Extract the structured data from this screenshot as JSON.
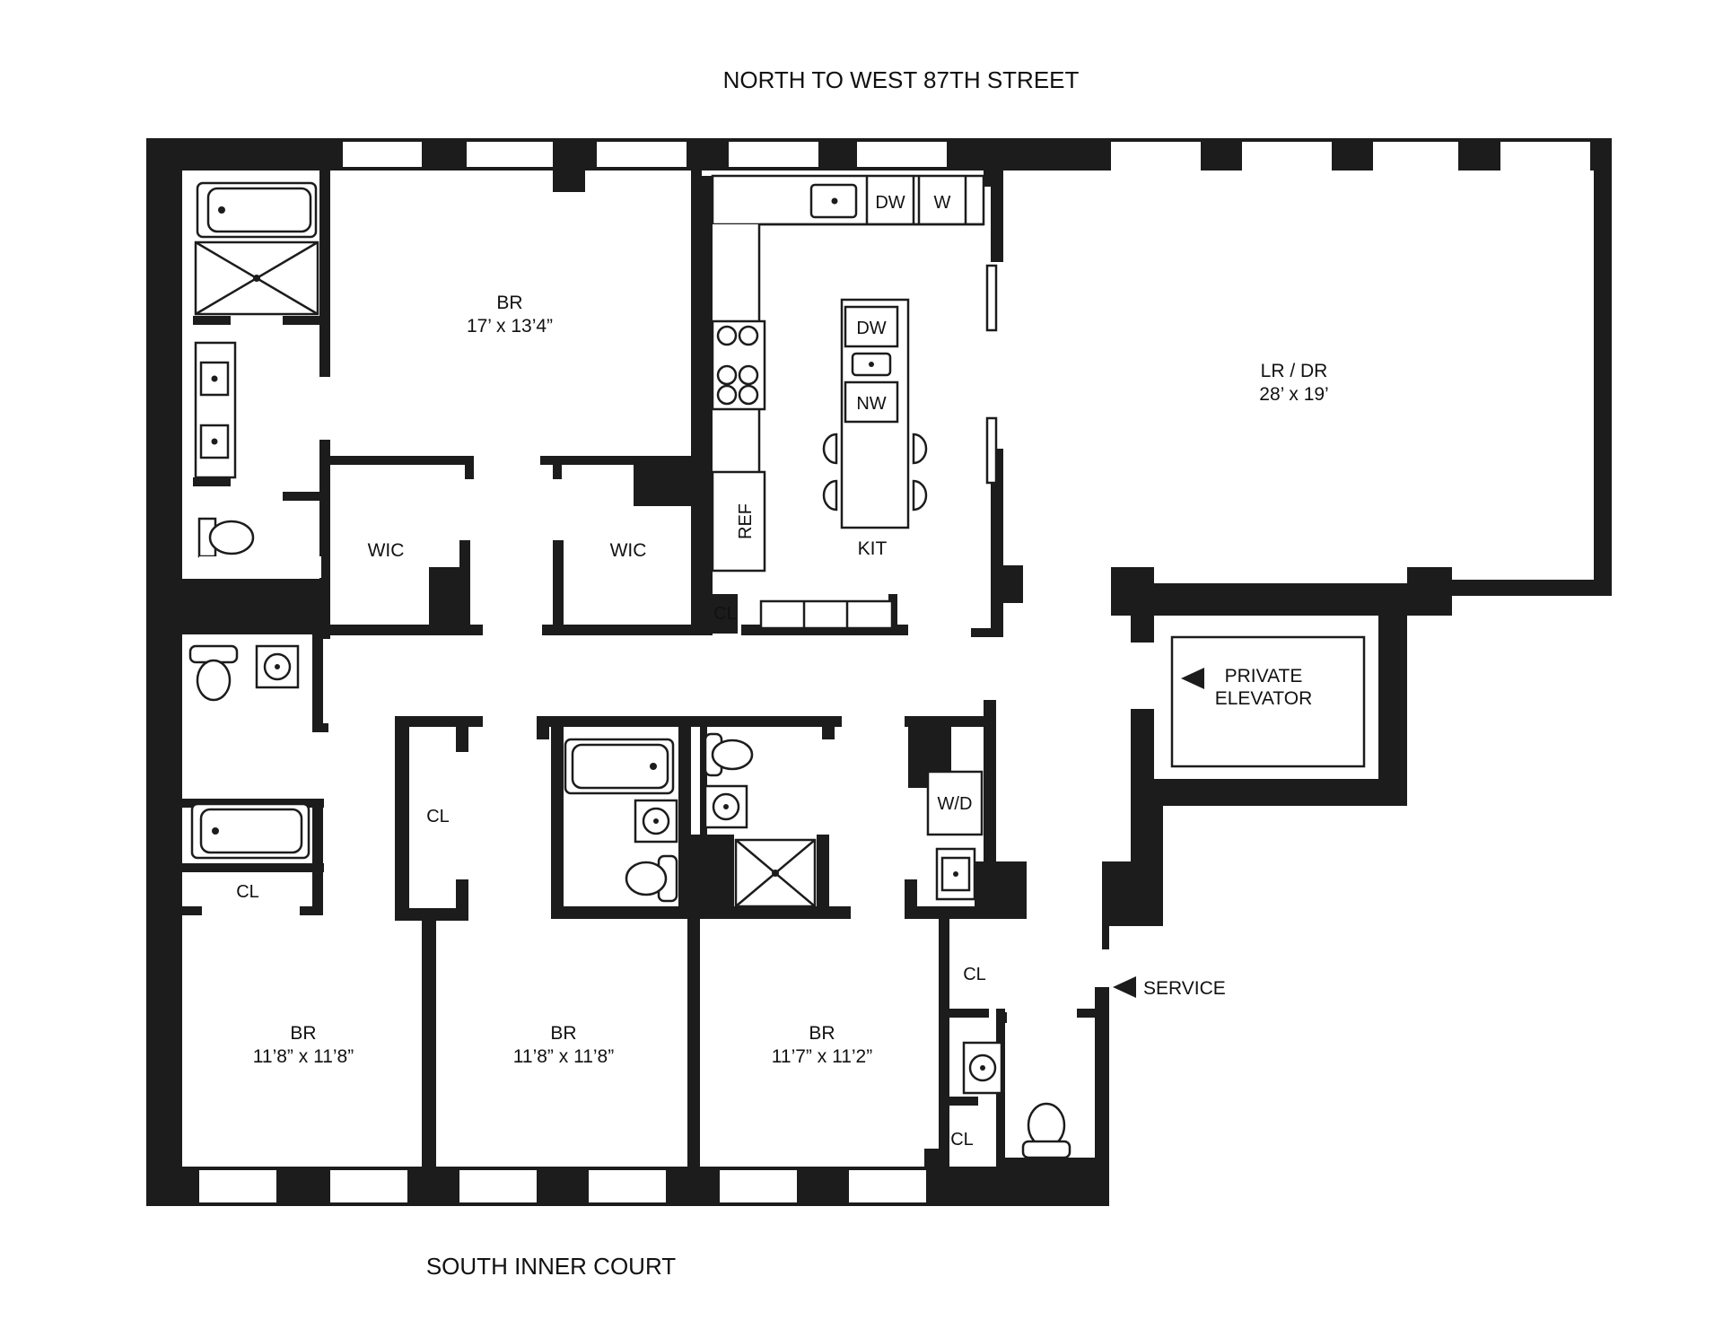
{
  "orientation": {
    "north": "NORTH TO WEST 87TH STREET",
    "south": "SOUTH INNER COURT"
  },
  "rooms": {
    "master_br": {
      "name": "BR",
      "dims": "17’ x 13’4”"
    },
    "lr_dr": {
      "name": "LR / DR",
      "dims": "28’ x 19’"
    },
    "kit": {
      "name": "KIT"
    },
    "wic_1": {
      "name": "WIC"
    },
    "wic_2": {
      "name": "WIC"
    },
    "br_1": {
      "name": "BR",
      "dims": "11’8” x 11’8”"
    },
    "br_2": {
      "name": "BR",
      "dims": "11’8” x 11’8”"
    },
    "br_3": {
      "name": "BR",
      "dims": "11’7” x 11’2”"
    }
  },
  "closets": {
    "kitchen_cl": "CL",
    "hall_cl": "CL",
    "bath_cl": "CL",
    "service_cl_1": "CL",
    "service_cl_2": "CL"
  },
  "appliances": {
    "dw_counter": "DW",
    "w_counter": "W",
    "dw_island": "DW",
    "nw_island": "NW",
    "ref": "REF",
    "wd": "W/D"
  },
  "entries": {
    "elevator_line1": "PRIVATE",
    "elevator_line2": "ELEVATOR",
    "service": "SERVICE"
  },
  "colors": {
    "wall": "#1c1c1c",
    "background": "#ffffff"
  }
}
